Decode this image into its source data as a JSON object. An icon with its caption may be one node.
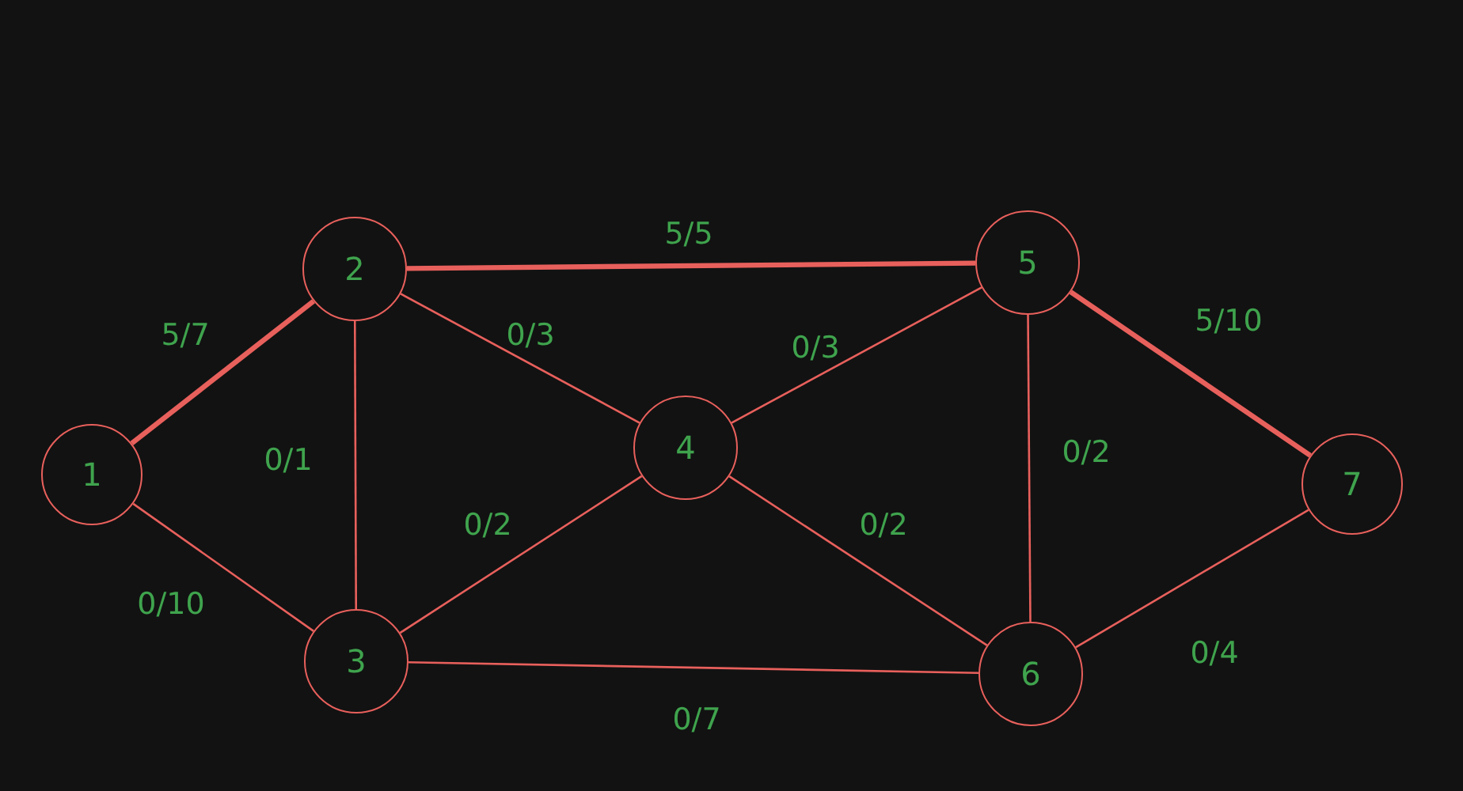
{
  "diagram": {
    "nodes": [
      {
        "text": [
          "1"
        ]
      },
      {
        "text": [
          "2"
        ]
      },
      {
        "text": [
          "3"
        ]
      },
      {
        "text": [
          "4"
        ]
      },
      {
        "text": [
          "5"
        ]
      },
      {
        "text": [
          "6"
        ]
      },
      {
        "text": [
          "7"
        ]
      }
    ],
    "edges": [
      {
        "from": 0,
        "to": 1,
        "arrow": "none",
        "label": "5/7",
        "style": "thick"
      },
      {
        "from": 0,
        "to": 2,
        "arrow": "none",
        "label": "0/10"
      },
      {
        "from": 1,
        "to": 2,
        "arrow": "none",
        "label": "0/1"
      },
      {
        "from": 1,
        "to": 3,
        "arrow": "none",
        "label": "0/3"
      },
      {
        "from": 1,
        "to": 4,
        "arrow": "none",
        "label": "5/5",
        "style": "thick"
      },
      {
        "from": 2,
        "to": 3,
        "arrow": "none",
        "label": "0/2"
      },
      {
        "from": 2,
        "to": 5,
        "arrow": "none",
        "label": "0/7"
      },
      {
        "from": 3,
        "to": 4,
        "arrow": "none",
        "label": "0/3"
      },
      {
        "from": 3,
        "to": 5,
        "arrow": "none",
        "label": "0/2"
      },
      {
        "from": 4,
        "to": 5,
        "arrow": "none",
        "label": "0/2"
      },
      {
        "from": 4,
        "to": 6,
        "arrow": "none",
        "label": "5/10",
        "style": "thick"
      },
      {
        "from": 5,
        "to": 6,
        "arrow": "none",
        "label": "0/4"
      }
    ]
  }
}
